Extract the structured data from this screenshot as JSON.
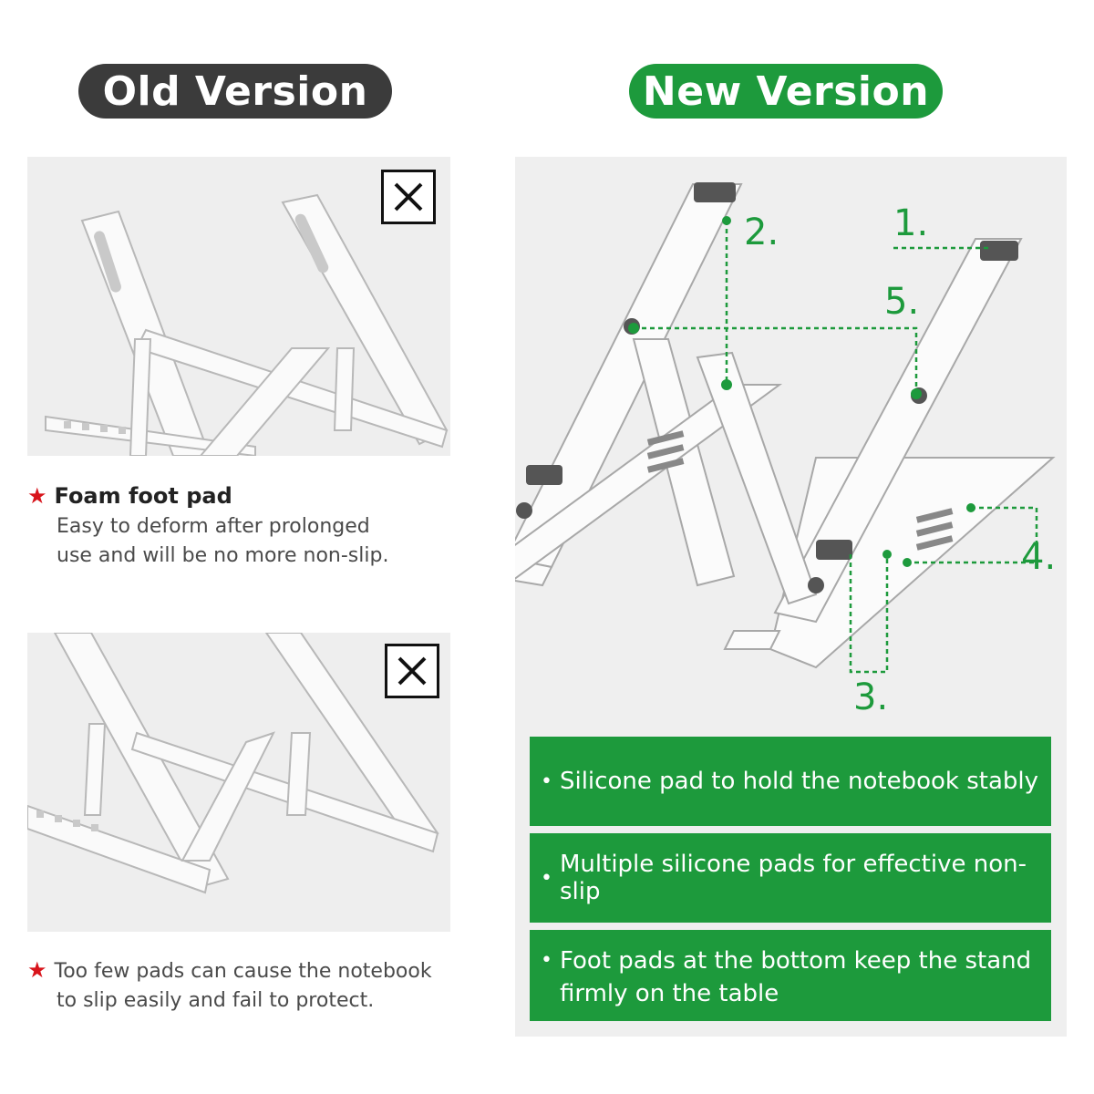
{
  "old_label": "Old Version",
  "new_label": "New Version",
  "old_notes": [
    {
      "title": "Foam foot pad",
      "line1": "Easy to deform after prolonged",
      "line2": "use and will be no more non-slip."
    },
    {
      "line1": "Too few pads can cause the notebook",
      "line2": "to slip easily and fail to protect."
    }
  ],
  "callouts": [
    "1.",
    "2.",
    "3.",
    "4.",
    "5."
  ],
  "features": [
    "Silicone pad to hold the notebook stably",
    "Multiple silicone pads for effective non-slip",
    "Foot pads at the bottom keep the stand",
    "firmly on the table"
  ],
  "colors": {
    "green": "#1d9a3c",
    "dark": "#3b3b3b",
    "star": "#d8141b"
  },
  "icons": {
    "reject": "x-mark-icon",
    "star": "star-icon"
  }
}
